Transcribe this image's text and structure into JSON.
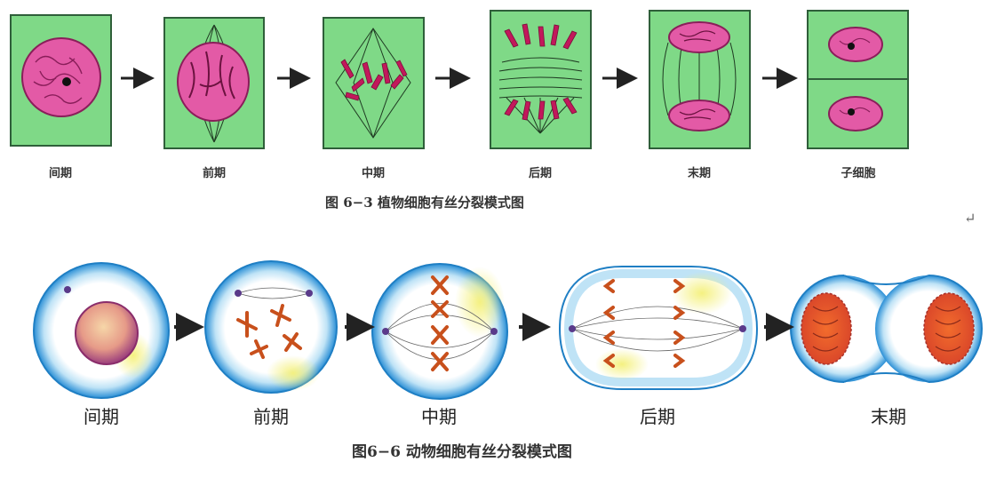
{
  "plant_figure": {
    "stages": [
      "间期",
      "前期",
      "中期",
      "后期",
      "末期",
      "子细胞"
    ],
    "caption": "图 6−3   植物细胞有丝分裂模式图",
    "colors": {
      "cell_fill": "#7fd987",
      "cell_border": "#2f5f3a",
      "chromatin": "#d63c8e",
      "nucleus_fill": "#e35aa6",
      "spindle": "#1f3a22"
    }
  },
  "animal_figure": {
    "stages": [
      "间期",
      "前期",
      "中期",
      "后期",
      "末期"
    ],
    "caption": "图6−6   动物细胞有丝分裂模式图",
    "colors": {
      "rim": "#2a8fd6",
      "cytoplasm": "#ffffff",
      "yellow_tint": "#f1ee8a",
      "chromosome": "#c8501c",
      "nucleus": "#e8a07a"
    }
  },
  "return_mark": "↵",
  "arrow_icon": "right-arrow-icon"
}
